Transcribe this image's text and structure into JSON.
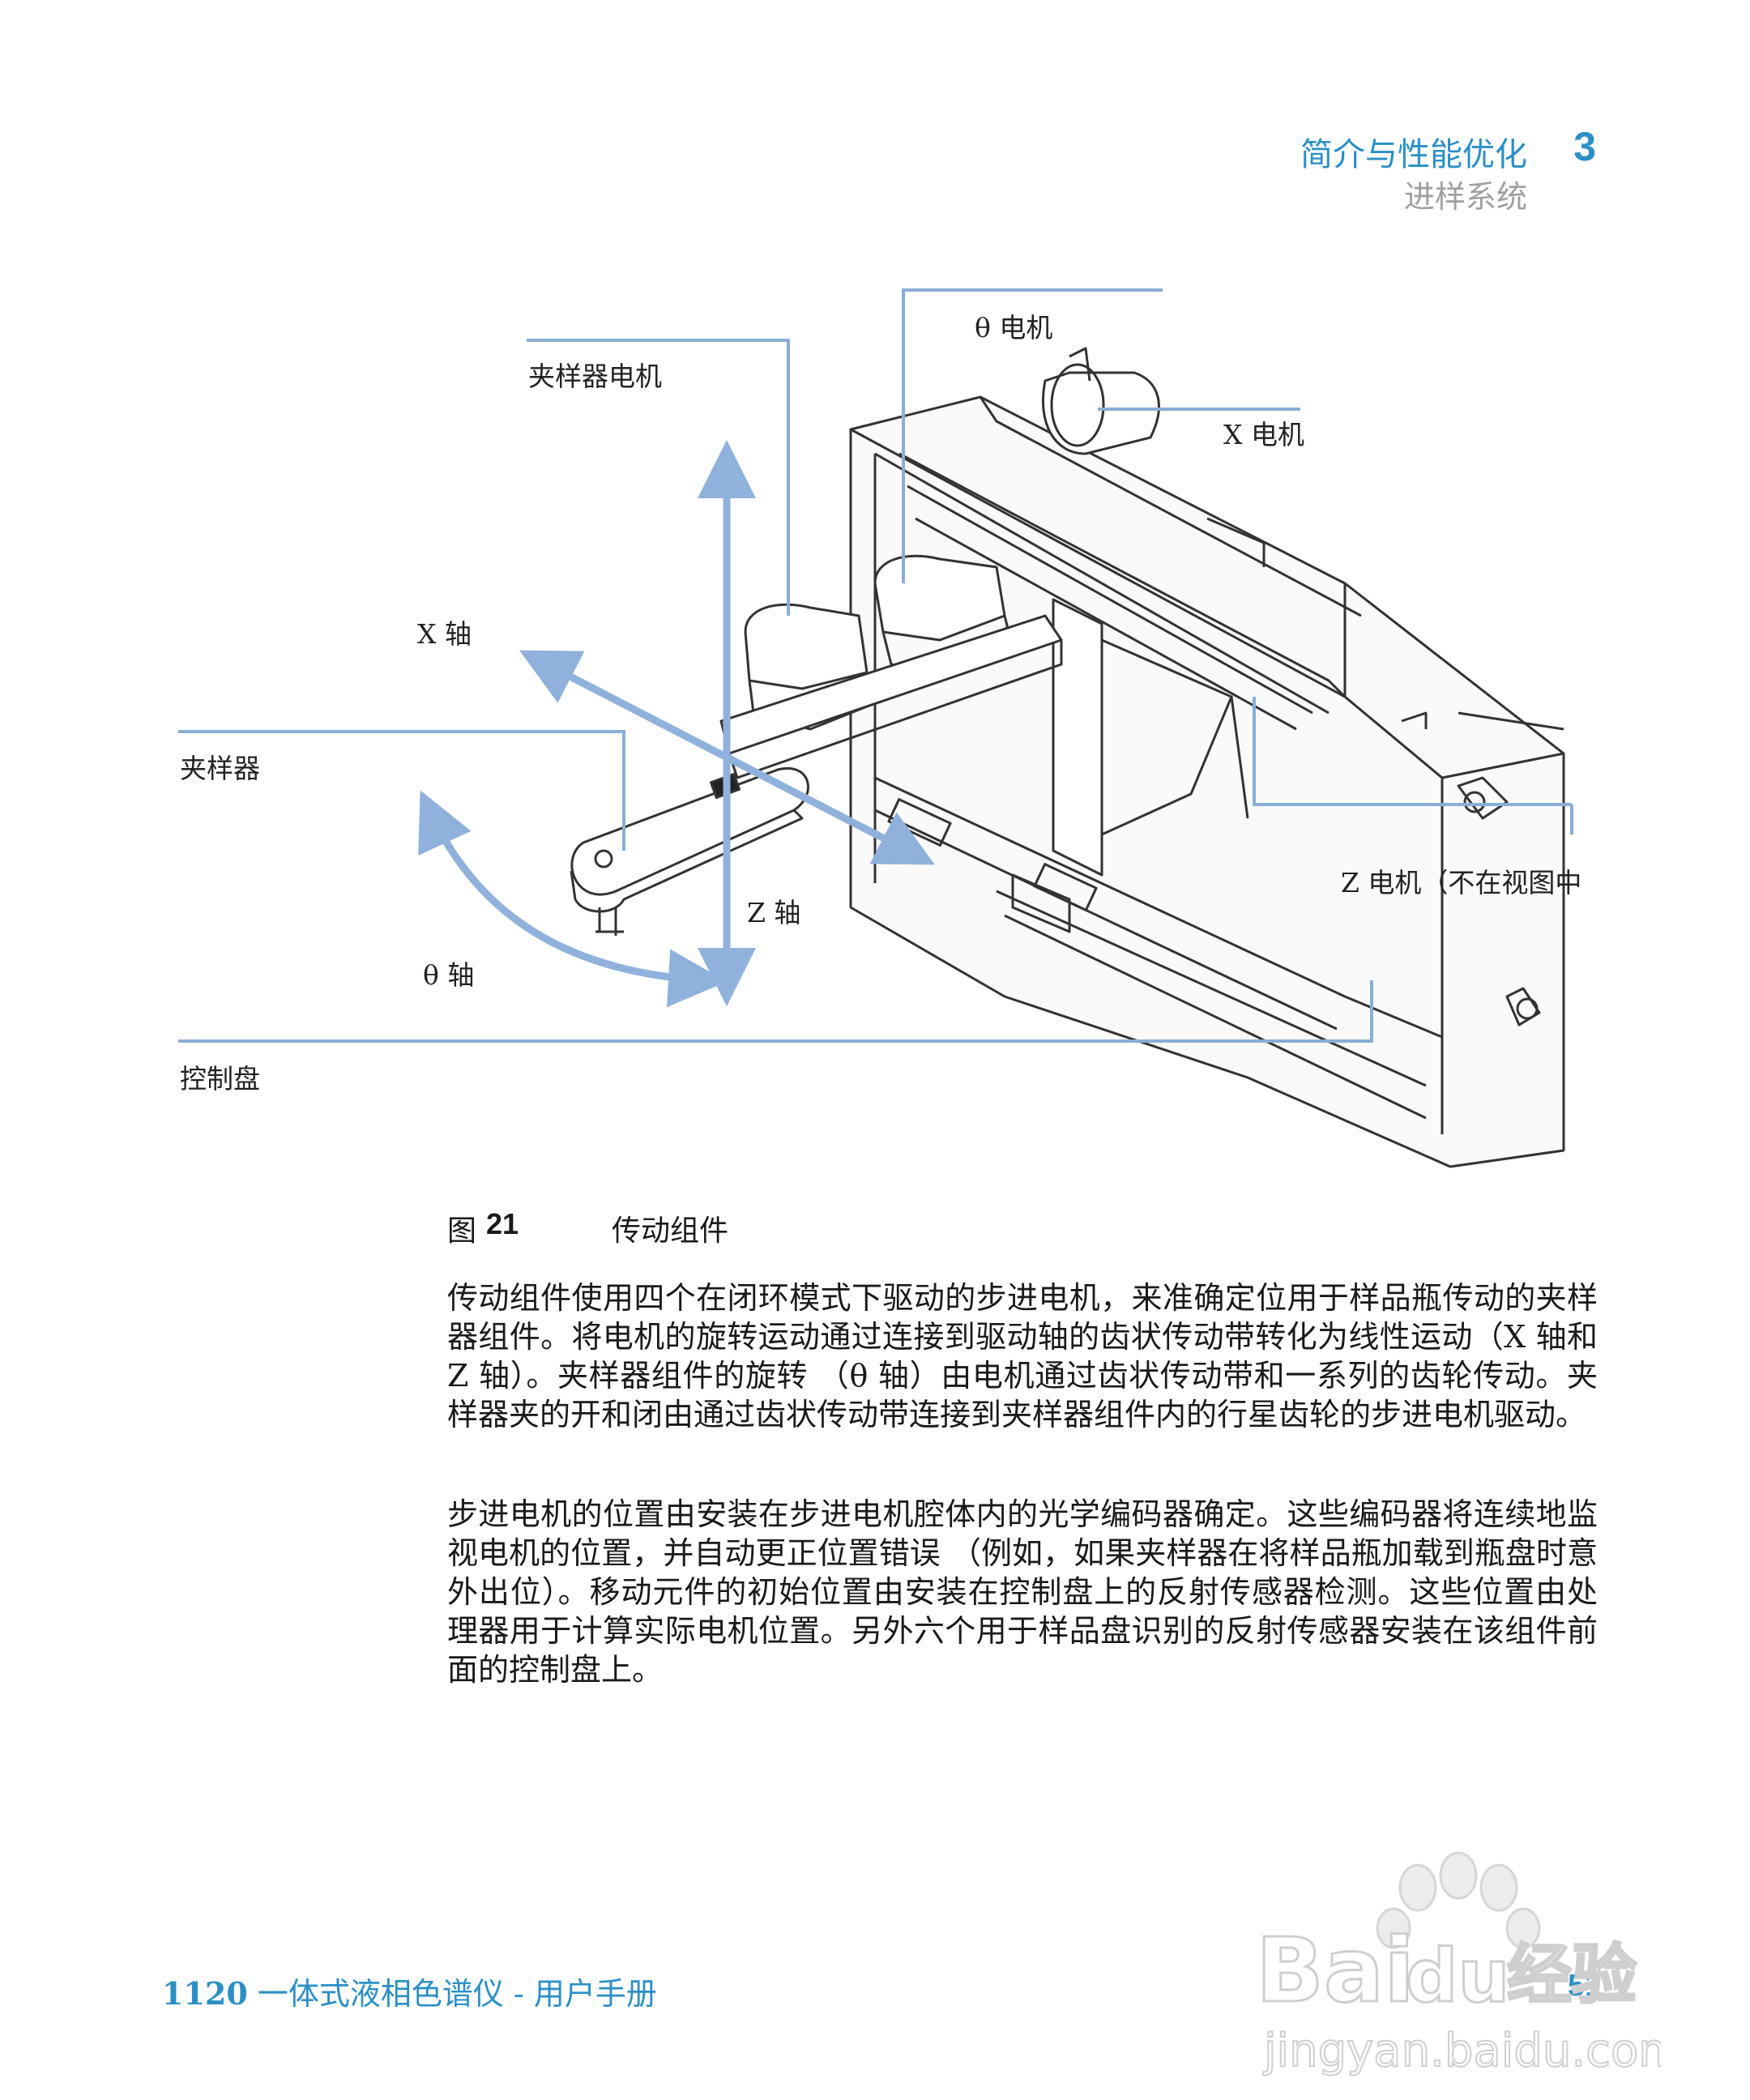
{
  "header": {
    "title": "简介与性能优化",
    "chapter": "3",
    "subtitle": "进样系统"
  },
  "figure": {
    "callouts": {
      "theta_motor": "θ 电机",
      "gripper_motor": "夹样器电机",
      "x_motor": "X 电机",
      "x_axis": "X 轴",
      "gripper": "夹样器",
      "z_axis": "Z 轴",
      "z_motor": "Z 电机（不在视图中",
      "theta_axis": "θ 轴",
      "control_panel": "控制盘"
    },
    "caption_label": "图",
    "caption_number": "21",
    "caption_text": "传动组件"
  },
  "body": {
    "paragraph_1": "传动组件使用四个在闭环模式下驱动的步进电机，来准确定位用于样品瓶传动的夹样器组件。将电机的旋转运动通过连接到驱动轴的齿状传动带转化为线性运动（X 轴和 Z 轴）。夹样器组件的旋转 （θ 轴）由电机通过齿状传动带和一系列的齿轮传动。夹样器夹的开和闭由通过齿状传动带连接到夹样器组件内的行星齿轮的步进电机驱动。",
    "paragraph_2": "步进电机的位置由安装在步进电机腔体内的光学编码器确定。这些编码器将连续地监视电机的位置，并自动更正位置错误 （例如，如果夹样器在将样品瓶加载到瓶盘时意外出位）。移动元件的初始位置由安装在控制盘上的反射传感器检测。这些位置由处理器用于计算实际电机位置。另外六个用于样品盘识别的反射传感器安装在该组件前面的控制盘上。"
  },
  "footer": {
    "doc_number": "1120",
    "doc_title": " 一体式液相色谱仪 - 用户手册",
    "page_number": "51"
  },
  "watermark": {
    "brand_left": "Bai",
    "brand_du": "du",
    "brand_cn": "经验",
    "url": "jingyan.baidu.com"
  },
  "colors": {
    "accent": "#2b8fc6",
    "callout_line": "#8aaed6",
    "arrow": "#8fb1dc",
    "drawing": "#333333"
  }
}
